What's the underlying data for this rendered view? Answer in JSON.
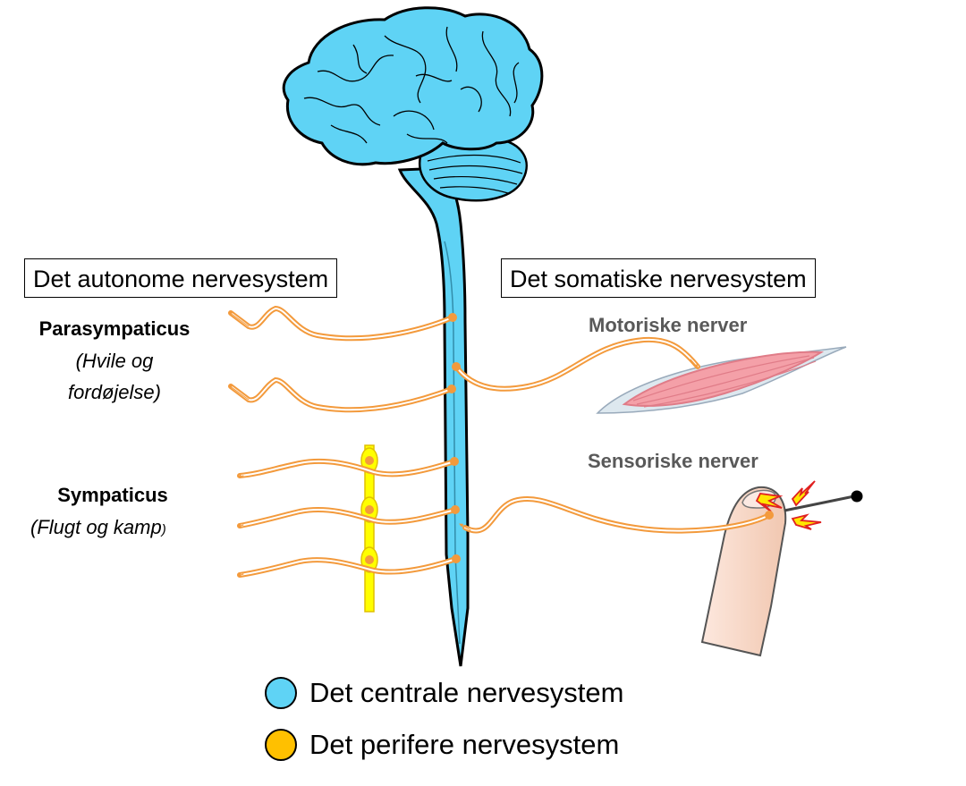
{
  "boxes": {
    "autonomic": "Det autonome nervesystem",
    "somatic": "Det somatiske nervesystem"
  },
  "left_labels": {
    "parasympathetic_title": "Parasympaticus",
    "parasympathetic_sub1": "(Hvile og",
    "parasympathetic_sub2": "fordøjelse)",
    "sympathetic_title": "Sympaticus",
    "sympathetic_sub_main": "(Flugt og kamp",
    "sympathetic_sub_paren": ")"
  },
  "right_labels": {
    "motor": "Motoriske nerver",
    "sensory": "Sensoriske nerver"
  },
  "legend": [
    {
      "label": "Det centrale nervesystem",
      "color": "#5fd3f5"
    },
    {
      "label": "Det perifere nervesystem",
      "color": "#ffc000"
    }
  ],
  "colors": {
    "cns": "#5fd3f5",
    "nerve": "#f5a04a",
    "ganglion_chain": "#ffff00",
    "muscle": "#f4a0a8",
    "finger": "#f6d5c2"
  }
}
